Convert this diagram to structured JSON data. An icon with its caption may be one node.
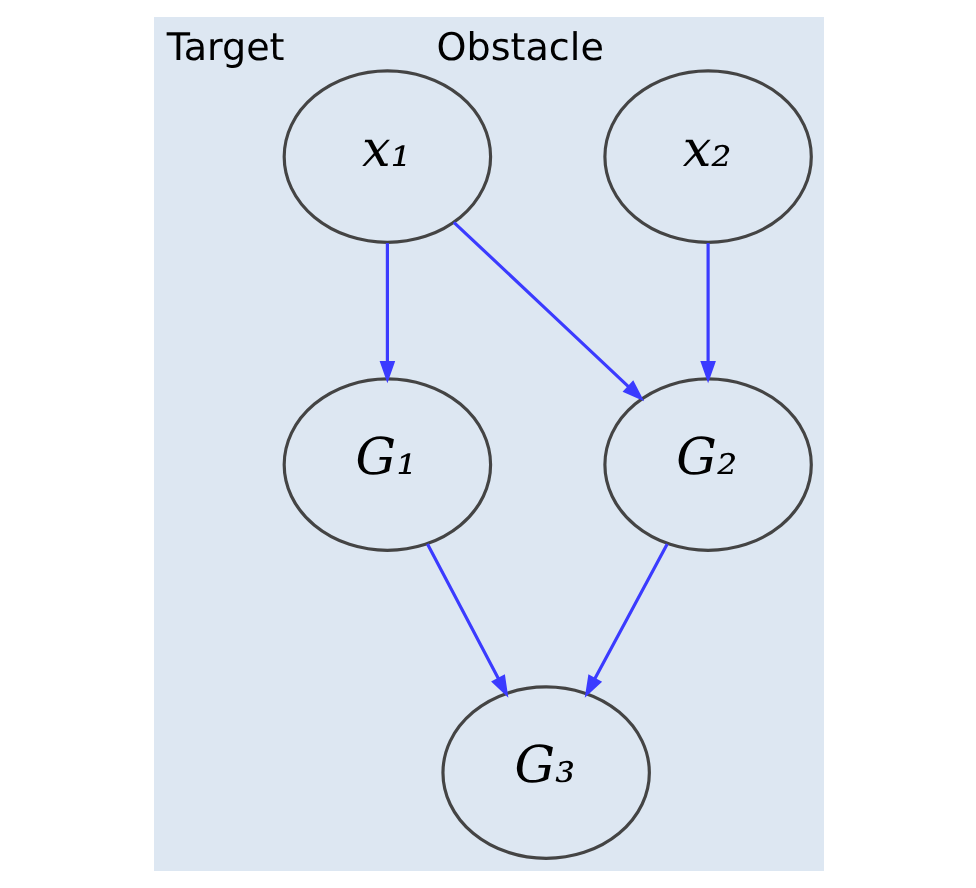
{
  "diagram": {
    "nodes": [
      {
        "text": [
          "x₁"
        ],
        "beside": [
          "Target"
        ]
      },
      {
        "text": [
          "x₂"
        ],
        "beside": [
          "Obstacle"
        ]
      },
      {
        "text": [
          "G₁"
        ]
      },
      {
        "text": [
          "G₂"
        ]
      },
      {
        "text": [
          "G₃"
        ]
      }
    ],
    "edges": [
      {
        "from": 0,
        "to": 2,
        "arrow": "to"
      },
      {
        "from": 0,
        "to": 3,
        "arrow": "to"
      },
      {
        "from": 1,
        "to": 3,
        "arrow": "to"
      },
      {
        "from": 2,
        "to": 4,
        "arrow": "to"
      },
      {
        "from": 3,
        "to": 4,
        "arrow": "to"
      }
    ]
  }
}
